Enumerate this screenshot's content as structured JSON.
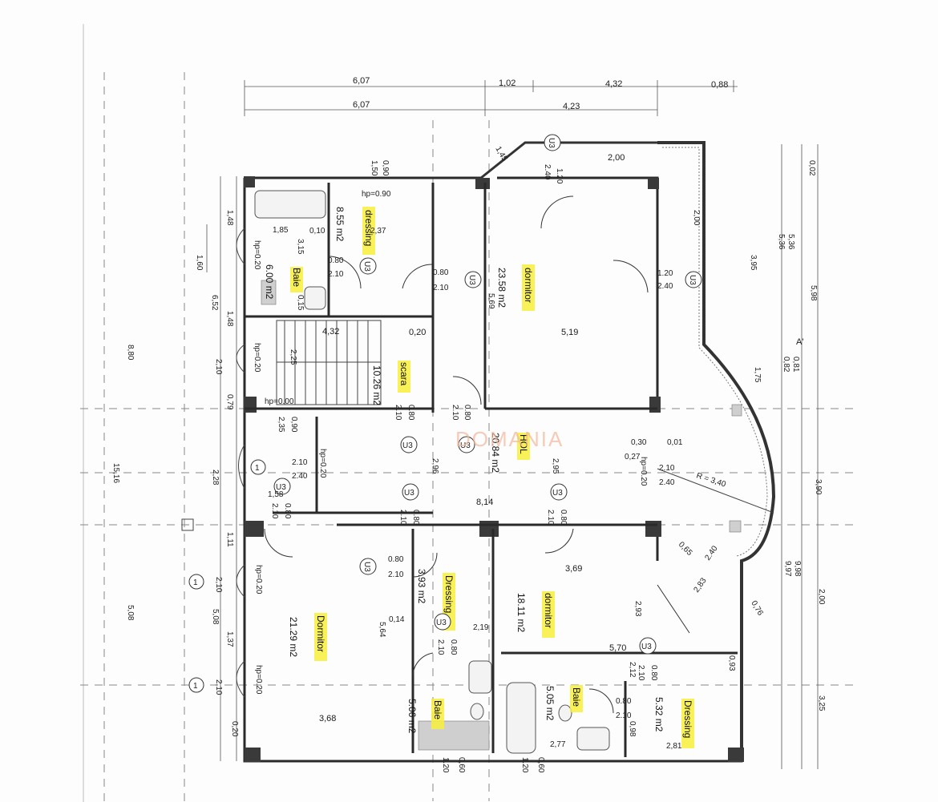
{
  "watermark": "DOMANIA",
  "colors": {
    "highlight": "#f7ee3a",
    "wall": "#3a3a3a",
    "watermark": "#f2b79a"
  },
  "top_dims": {
    "row1": [
      "6,07",
      "1,02",
      "4,32",
      "0,88"
    ],
    "row2": [
      "6,07",
      "4,23"
    ]
  },
  "left_dims": [
    "1,48",
    "1,60",
    "6,52",
    "1,48",
    "8,80",
    "2,10",
    "0,79",
    "15,16",
    "2,28",
    "1,11",
    "5,08",
    "2,10",
    "5,08",
    "1,37",
    "2,10",
    "0,20"
  ],
  "right_dims": [
    "0,02",
    "5,36",
    "5,36",
    "3,95",
    "5,98",
    "0,81",
    "0,82",
    "1,75",
    "3,90",
    "9,98",
    "9,97",
    "2,00",
    "3,25"
  ],
  "rooms": [
    {
      "name": "dressing",
      "area": "8.55 m2"
    },
    {
      "name": "Baie",
      "area": "6.00 m2"
    },
    {
      "name": "dormitor",
      "area": "23.58 m2"
    },
    {
      "name": "scara",
      "area": "10.26 m2"
    },
    {
      "name": "HOL",
      "area": "20.84 m2"
    },
    {
      "name": "Dormitor",
      "area": "21.29 m2"
    },
    {
      "name": "Dressing",
      "area": "3.93 m2"
    },
    {
      "name": "dormitor",
      "area": "18.11 m2"
    },
    {
      "name": "Baie",
      "area": "5.06 m2"
    },
    {
      "name": "Baie",
      "area": "5.05 m2"
    },
    {
      "name": "Dressing",
      "area": "5.32 m2"
    }
  ],
  "door_tags": [
    "U3",
    "U3",
    "U3",
    "U3",
    "U3",
    "U3",
    "U3",
    "U3",
    "U3",
    "U3",
    "U3",
    "U3"
  ],
  "axis_marks": [
    "1",
    "1",
    "1"
  ],
  "labels": {
    "hp090": "hp=0.90",
    "hp000": "hp=0.00",
    "hp020": "hp=0.20",
    "radius": "R = 3,40",
    "axisA": "A'",
    "d080": "0.80",
    "d210": "2.10",
    "d120": "1.20",
    "d240": "2.40",
    "w200": "2,00",
    "w185": "1,85",
    "w010": "0,10",
    "w237": "2,37",
    "w315": "3,15",
    "w015": "0,15",
    "w432": "4,32",
    "w020": "0,20",
    "w519": "5,19",
    "w569": "5,69",
    "w225": "2,25",
    "w235": "2,35",
    "w814": "8,14",
    "w295": "2,95",
    "w296": "2,96",
    "w030": "0,30",
    "w001": "0,01",
    "w027": "0,27",
    "w158": "1,58",
    "w369": "3,69",
    "w564": "5,64",
    "w014": "0,14",
    "w219": "2,19",
    "w570": "5,70",
    "w293": "2,93",
    "w368": "3,68",
    "w277": "2,77",
    "w281": "2,81",
    "w093": "0,93",
    "w076": "0,76",
    "w065": "0,65",
    "w283": "2,83",
    "w150": "1,50",
    "w090": "0,90",
    "w145": "1,45",
    "w200b": "2,00",
    "w060": "0,60",
    "w098": "0,98",
    "w212": "2,12"
  }
}
